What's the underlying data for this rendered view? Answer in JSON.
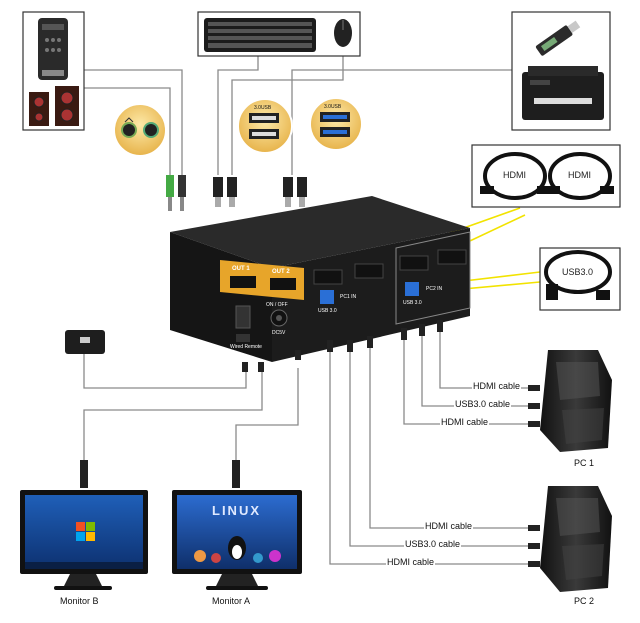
{
  "labels": {
    "pc1_cables": [
      "HDMI cable",
      "USB3.0 cable",
      "HDMI cable"
    ],
    "pc2_cables": [
      "HDMI cable",
      "USB3.0 cable",
      "HDMI cable"
    ],
    "pc1": "PC 1",
    "pc2": "PC 2",
    "monitor_b": "Monitor B",
    "monitor_a": "Monitor A",
    "hdmi_tag_1": "HDMI",
    "hdmi_tag_2": "HDMI",
    "usb_tag": "USB3.0",
    "linux_screen": "LINUX",
    "usb30_port_1": "USB 3.0",
    "usb30_port_2": "USB 3.0",
    "usb_port_1": "3.0USB",
    "usb_port_2": "3.0USB",
    "out1": "OUT 1",
    "out2": "OUT 2",
    "on_off": "ON / OFF",
    "dc5v": "DC5V",
    "pc1_port": "PC1 IN",
    "pc2_port": "PC2 IN",
    "wired_remote": "Wired Remote"
  },
  "colors": {
    "device_body": "#1c1c1c",
    "gold_panel": "#e7a52a",
    "cable_line": "#8a8a8a",
    "yellow_callout": "#f2e300",
    "usb_blue": "#2a6fd6"
  }
}
